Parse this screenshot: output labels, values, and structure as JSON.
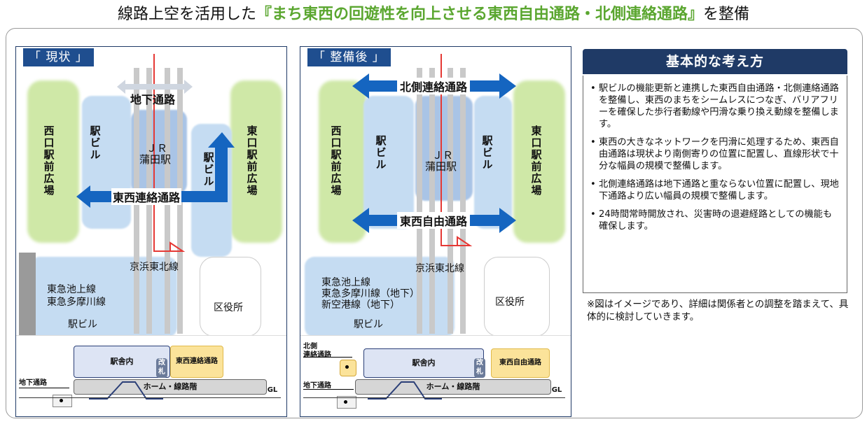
{
  "title": {
    "prefix": "線路上空を活用した",
    "highlight": "『まち東西の回遊性を向上させる東西自由通路・北側連絡通路』",
    "suffix": "を整備"
  },
  "before": {
    "label": "「 現状 」",
    "underground_passage": "地下通路",
    "west_plaza": "西口駅前広場",
    "east_plaza": "東口駅前広場",
    "station_building_w": "駅ビル",
    "station_building_e": "駅ビル",
    "jr_station_1": "ＪＲ",
    "jr_station_2": "蒲田駅",
    "east_west_passage": "東西連絡通路",
    "keihin_line": "京浜東北線",
    "tokyu_lines_1": "東急池上線",
    "tokyu_lines_2": "東急多摩川線",
    "station_building_s": "駅ビル",
    "ward_office": "区役所",
    "section": {
      "station_inside": "駅舎内",
      "ticket_gate": "改札",
      "ew_passage": "東西連絡通路",
      "platform": "ホーム・線路階",
      "underground": "地下通路",
      "gl": "GL"
    }
  },
  "after": {
    "label": "「 整備後 」",
    "north_passage": "北側連絡通路",
    "west_plaza": "西口駅前広場",
    "east_plaza": "東口駅前広場",
    "station_building_w": "駅ビル",
    "station_building_e": "駅ビル",
    "jr_station_1": "ＪＲ",
    "jr_station_2": "蒲田駅",
    "free_passage": "東西自由通路",
    "keihin_line": "京浜東北線",
    "tokyu_lines_1": "東急池上線",
    "tokyu_lines_2": "東急多摩川線（地下）",
    "tokyu_lines_3": "新空港線（地下）",
    "station_building_s": "駅ビル",
    "ward_office": "区役所",
    "section": {
      "north_label_1": "北側",
      "north_label_2": "連絡通路",
      "station_inside": "駅舎内",
      "ticket_gate": "改札",
      "free_passage": "東西自由通路",
      "platform": "ホーム・線路階",
      "underground": "地下通路",
      "gl": "GL"
    }
  },
  "info": {
    "heading": "基本的な考え方",
    "items": [
      "駅ビルの機能更新と連携した東西自由通路・北側連絡通路を整備し、東西のまちをシームレスにつなぎ、バリアフリーを確保した歩行者動線や円滑な乗り換え動線を整備します。",
      "東西の大きなネットワークを円滑に処理するため、東西自由通路は現状より南側寄りの位置に配置し、直線形状で十分な幅員の規模で整備します。",
      "北側連絡通路は地下通路と重ならない位置に配置し、現地下通路より広い幅員の規模で整備します。",
      "24時間常時開放され、災害時の退避経路としての機能も確保します。"
    ],
    "note": "※図はイメージであり、詳細は関係者との調整を踏まえて、具体的に検討していきます。"
  },
  "colors": {
    "navy": "#1f3a66",
    "blue_arrow": "#1565c0",
    "green_plaza": "#cfe8a7",
    "highlight_green": "#5aa62f",
    "red_line": "#e53935",
    "yellow_box": "#fbe39a"
  }
}
